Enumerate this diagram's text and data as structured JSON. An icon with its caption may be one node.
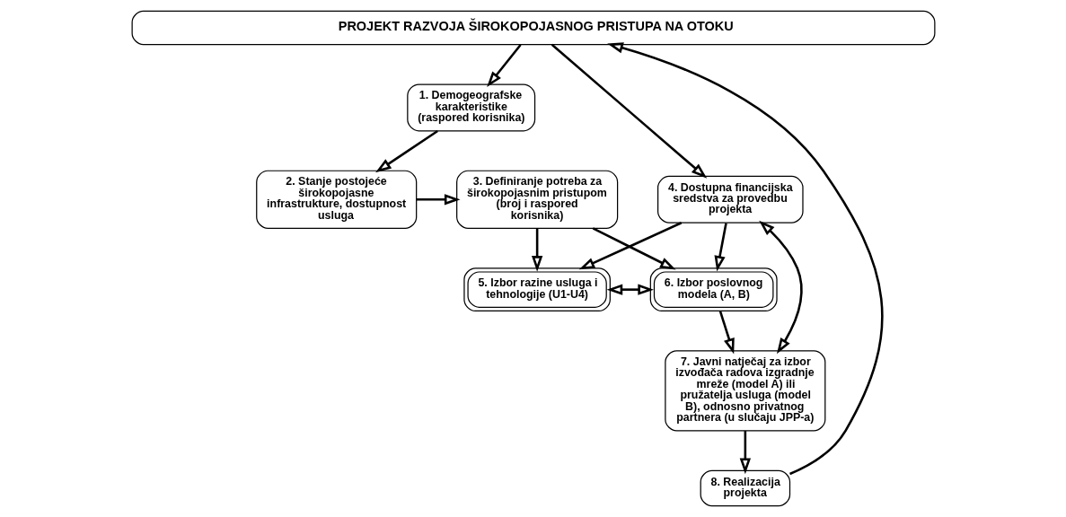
{
  "diagram": {
    "nodes": [
      {
        "text": [
          "PROJEKT RAZVOJA ŠIROKOPOJASNOG PRISTUPA NA OTOKU"
        ]
      },
      {
        "text": [
          "1. Demogeografske karakteristike (raspored korisnika)"
        ]
      },
      {
        "text": [
          "4. Dostupna financijska sredstva za provedbu projekta"
        ]
      },
      {
        "text": [
          "5. Izbor razine usluga i tehnologije (U1-U4)"
        ]
      },
      {
        "text": [
          "6. Izbor poslovnog modela (A, B)"
        ]
      },
      {
        "text": [
          "7. Javni natječaj za izbor izvođača radova izgradnje mreže (model A) ili pružatelja usluga (model B), odnosno privatnog partnera (u slučaju JPP-a)"
        ]
      },
      {
        "text": [
          "8. Realizacija projekta"
        ]
      },
      {
        "text": [
          "2. Stanje postojeće širokopojasne infrastrukture, dostupnost usluga"
        ]
      },
      {
        "text": [
          "3. Definiranje potreba za širokopojasnim pristupom (broj i raspored korisnika)"
        ]
      }
    ],
    "edges": [
      {
        "from": 0,
        "to": 1,
        "arrow": "to"
      },
      {
        "from": 0,
        "to": 2,
        "arrow": "to"
      },
      {
        "from": 2,
        "to": 5,
        "arrow": "both"
      },
      {
        "from": 2,
        "to": 3,
        "arrow": "to"
      },
      {
        "from": 2,
        "to": 4,
        "arrow": "to"
      },
      {
        "from": 3,
        "to": 4,
        "arrow": "both"
      },
      {
        "from": 1,
        "to": 7,
        "arrow": "to"
      },
      {
        "from": 7,
        "to": 8,
        "arrow": "to"
      },
      {
        "from": 8,
        "to": 3,
        "arrow": "to"
      },
      {
        "from": 8,
        "to": 4,
        "arrow": "to"
      },
      {
        "from": 4,
        "to": 5,
        "arrow": "to"
      },
      {
        "from": 5,
        "to": 6,
        "arrow": "to"
      },
      {
        "from": 6,
        "to": 0,
        "arrow": "to"
      }
    ]
  }
}
